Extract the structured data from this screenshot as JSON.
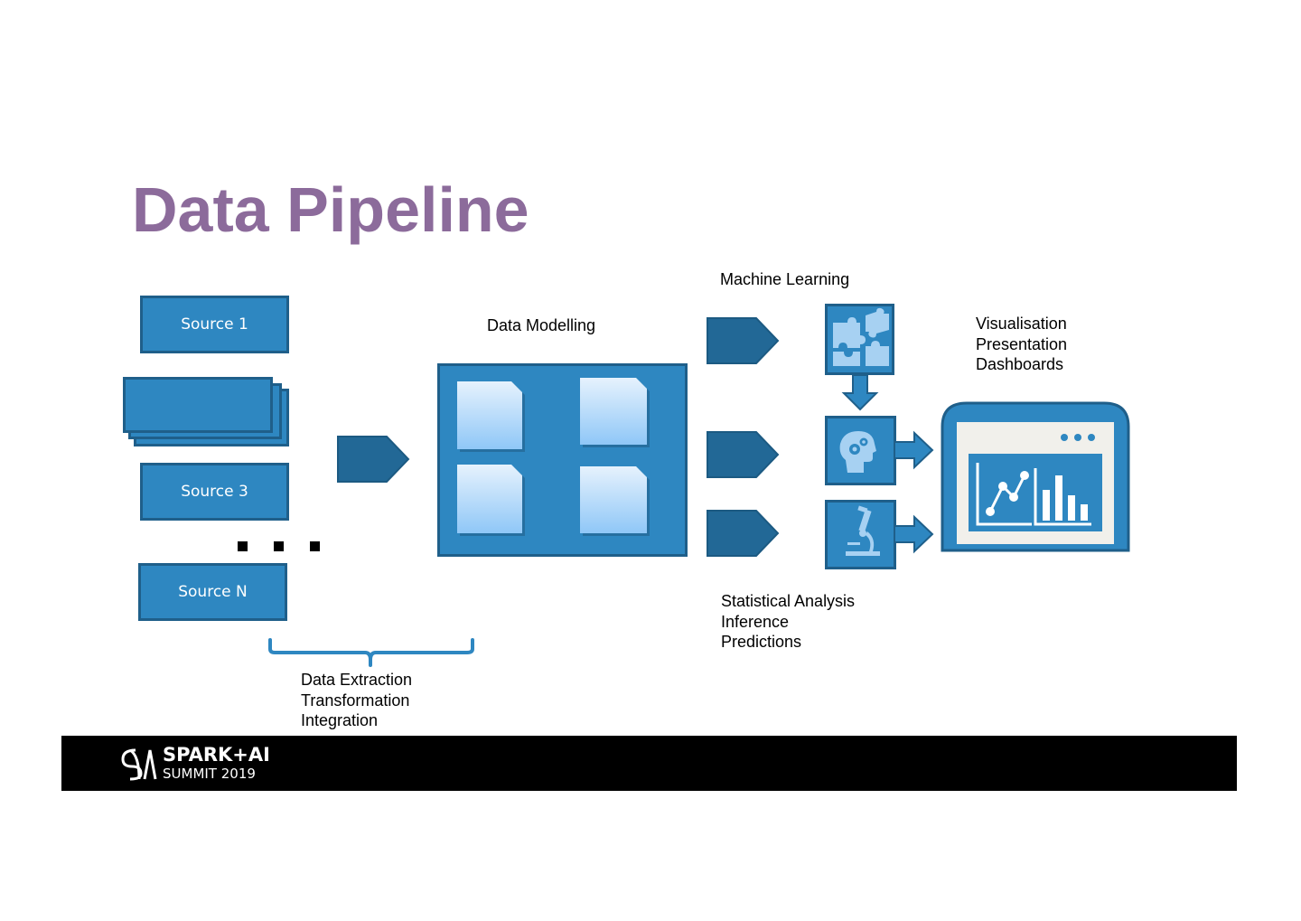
{
  "slide": {
    "title": "Data Pipeline"
  },
  "sources": {
    "source1": "Source 1",
    "source3": "Source 3",
    "sourceN": "Source N"
  },
  "labels": {
    "extraction": [
      "Data Extraction",
      "Transformation",
      "Integration"
    ],
    "modelling": "Data Modelling",
    "ml": "Machine Learning",
    "stats": [
      "Statistical Analysis",
      "Inference",
      "Predictions"
    ],
    "viz": [
      "Visualisation",
      "Presentation",
      "Dashboards"
    ]
  },
  "footer": {
    "logo_line1": "SPARK+AI",
    "logo_line2": "SUMMIT 2019"
  },
  "colors": {
    "title": "#8c6b9b",
    "box_fill": "#2e87c1",
    "box_border": "#1f5f8a",
    "arrow": "#226896"
  }
}
